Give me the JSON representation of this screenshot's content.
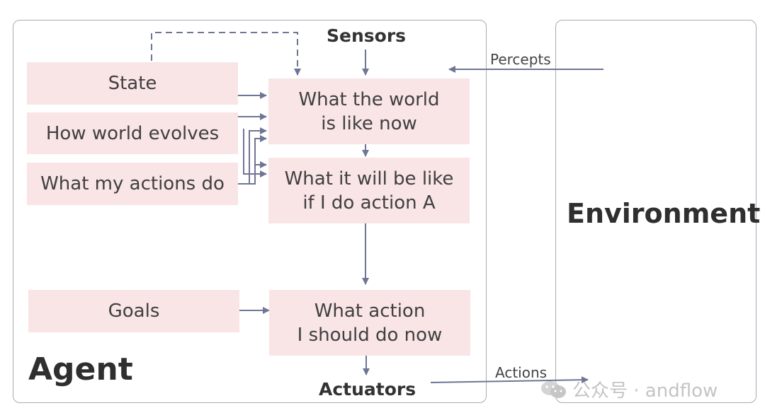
{
  "agent": {
    "title": "Agent",
    "sensors": "Sensors",
    "actuators": "Actuators",
    "inputs": {
      "state": "State",
      "how_world_evolves": "How world evolves",
      "what_my_actions_do": "What my actions do",
      "goals": "Goals"
    },
    "process": {
      "world_now": [
        "What the world",
        "is like now"
      ],
      "if_action": [
        "What it will be like",
        "if I do action A"
      ],
      "action_now": [
        "What action",
        "I should do now"
      ]
    }
  },
  "environment": {
    "title": "Environment",
    "percepts": "Percepts",
    "actions": "Actions"
  },
  "watermark": "公众号 · andflow",
  "colors": {
    "box_fill": "#f9e4e6",
    "arrow": "#6f7595",
    "frame": "#a9aab8"
  }
}
